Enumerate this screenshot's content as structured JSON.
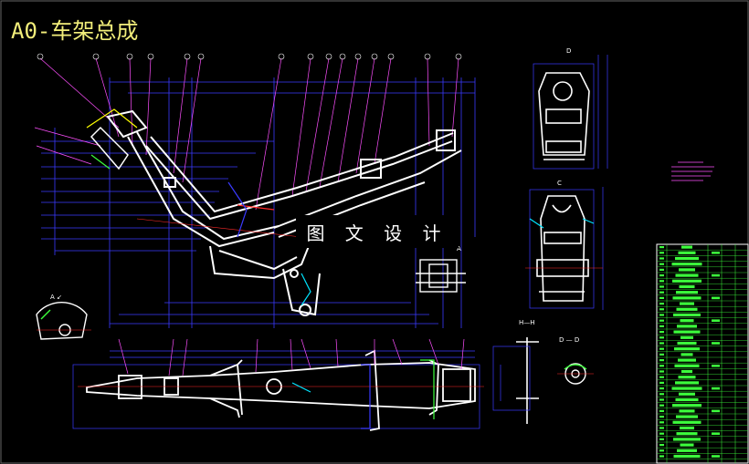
{
  "title": "A0-车架总成",
  "watermark": "图 文 设 计",
  "view_labels": {
    "section_a": "A",
    "section_c": "C",
    "section_d": "D",
    "section_h": "H—H",
    "section_dd": "D — D",
    "detail_a": "A ↙"
  },
  "colors": {
    "background": "#000000",
    "outline": "#ffffff",
    "dimension": "#3a3aff",
    "leader": "#ff4fff",
    "centerline": "#ff2a2a",
    "highlight": "#ffff00",
    "green": "#3cff3c",
    "cyan": "#00e5ff",
    "title": "#f2ee7a"
  },
  "icons": {
    "frame_side_view": "motorcycle-frame-side-view",
    "frame_top_view": "motorcycle-frame-top-view",
    "bill_of_materials": "parts-list-table"
  }
}
